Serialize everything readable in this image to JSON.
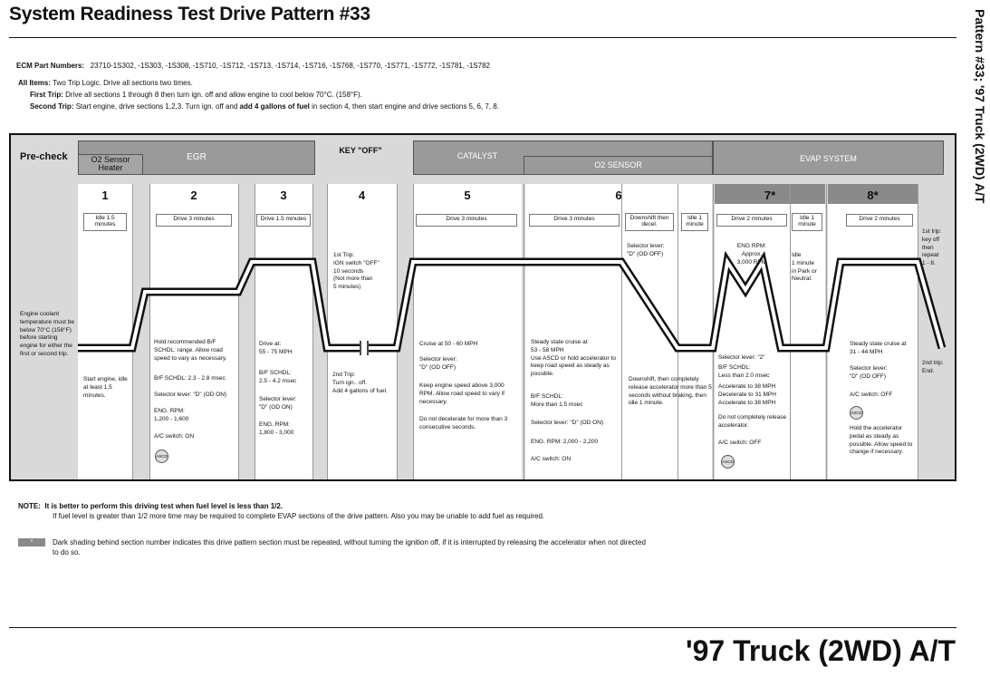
{
  "title": "System Readiness Test Drive Pattern #33",
  "side_title": "Pattern #33; '97 Truck (2WD) A/T",
  "bottom_title": "'97 Truck (2WD) A/T",
  "ecm": {
    "label": "ECM Part Numbers:",
    "value": "23710-1S302, -1S303, -1S308, -1S710, -1S712, -1S713, -1S714, -1S716, -1S768, -1S770, -1S771, -1S772, -1S781, -1S782"
  },
  "items": {
    "all_label": "All Items:",
    "all_text": "Two Trip Logic.  Drive all sections two times.",
    "first_label": "First Trip:",
    "first_text": "Drive all sections 1 through 8 then turn ign. off and allow engine to cool below 70°C. (158°F).",
    "second_label": "Second Trip:",
    "second_text_a": "Start engine, drive sections 1,2,3. Turn ign. off and ",
    "second_text_bold": "add 4 gallons of fuel",
    "second_text_b": " in section 4, then start engine and drive sections 5, 6, 7, 8."
  },
  "bands": {
    "precheck": "Pre-check",
    "o2heater": "O2 Sensor Heater",
    "egr": "EGR",
    "key": "KEY \"OFF\"",
    "catalyst": "CATALYST",
    "o2sensor": "O2 SENSOR",
    "evap": "EVAP SYSTEM"
  },
  "sections": [
    "1",
    "2",
    "3",
    "4",
    "5",
    "6",
    "7*",
    "8*"
  ],
  "boxes": {
    "s1": "Idle 1.5 minutes",
    "s2": "Drive 3 minutes",
    "s3": "Drive 1.5 minutes",
    "s5": "Drive 3 minutes",
    "s6a": "Drive 3 minutes",
    "s6b": "Downshift then decel.",
    "s6c": "Idle 1 minute",
    "s7a": "Drive 2 minutes",
    "s7b": "Idle 1 minute",
    "s8": "Drive 2 minutes"
  },
  "notes": {
    "precheck": "Engine coolant temperature must be below 70°C (158°F) before starting engine for either the first or second trip.",
    "s1": "Start engine, idle at least 1.5 minutes.",
    "s2_a": "Hold recommended B/F SCHDL: range.  Allow road speed to vary as necessary.",
    "s2_b": "B/F SCHDL: 2.3 - 2.8 msec",
    "s2_c": "Selector lever: \"D\" (OD ON)",
    "s2_d": "ENG. RPM:\n1,200 - 1,600",
    "s2_e": "A/C switch: ON",
    "s3_a": "Drive at:\n55 - 75 MPH",
    "s3_b": "B/F SCHDL:\n2.5 - 4.2 msec",
    "s3_c": "Selector lever:\n\"D\" (OD ON)",
    "s3_d": "ENG. RPM:\n1,800 - 3,000",
    "s4_a": "1st Trip:\nIGN switch \"OFF\"\n10 seconds\n(Not more than\n5 minutes)",
    "s4_b": "2nd Trip:\nTurn ign.. off.\nAdd 4 gallons of fuel.",
    "s5_a": "Cruise at 50 - 60 MPH",
    "s5_b": "Selector lever:\n\"D\" (OD OFF)",
    "s5_c": "Keep engine speed above 3,000 RPM.  Allow road speed to vary if necessary.",
    "s5_d": "Do not decelerate for more than 3 consecutive seconds.",
    "s6_a": "Steady state cruise at\n53 - 58 MPH\nUse ASCD or hold accelerator to keep road speed as steady as possible.",
    "s6_b": "B/F SCHDL:\nMore than 1.5 msec",
    "s6_c": "Selector lever: \"D\" (OD ON)",
    "s6_d": "ENG. RPM: 2,000 - 2,200",
    "s6_e": "A/C switch: ON",
    "s6_sel": "Selector lever:\n\"D\" (OD OFF)",
    "s6_down": "Downshift, then completely release accelerator more than 5 seconds without braking, then idle 1 minute.",
    "s7_rpm": "ENG RPM:\nApprox.\n3,000 RPM",
    "s7_idle": "Idle\n1 minute\nin Park or\nNeutral.",
    "s7_a": "Selector lever: \"2\"",
    "s7_b": "B/F SCHDL:\nLess than 2.0 msec",
    "s7_c": "Accelerate to 38 MPH\nDecelerate to 31 MPH\nAccelerate to 38 MPH",
    "s7_d": "Do not completely release accelerator.",
    "s7_e": "A/C switch: OFF",
    "s8_a": "Steady state cruise at\n31 - 44 MPH",
    "s8_b": "Selector lever:\n\"D\" (OD OFF)",
    "s8_c": "A/C switch: OFF",
    "s8_d": "Hold the accelerator pedal as steady as possible.  Allow speed to change if necessary.",
    "end_1": "1st trip:\nkey off\nthen\nrepeat\n1 - 8.",
    "end_2": "2nd trip:\nEnd."
  },
  "ascd_label": "ASCD",
  "footer": {
    "note_label": "NOTE:",
    "note_bold": "It is better to perform this driving test when fuel level is less than 1/2.",
    "note_text": "If fuel level is greater than 1/2 more time may be required to complete EVAP sections of the drive pattern.  Also you may be unable to add fuel as required.",
    "legend_mark": "*",
    "legend_text": "Dark shading behind section number indicates this drive pattern section must be repeated, without turning the ignition off, if it is interrupted by releasing the accelerator when not directed to do so."
  }
}
